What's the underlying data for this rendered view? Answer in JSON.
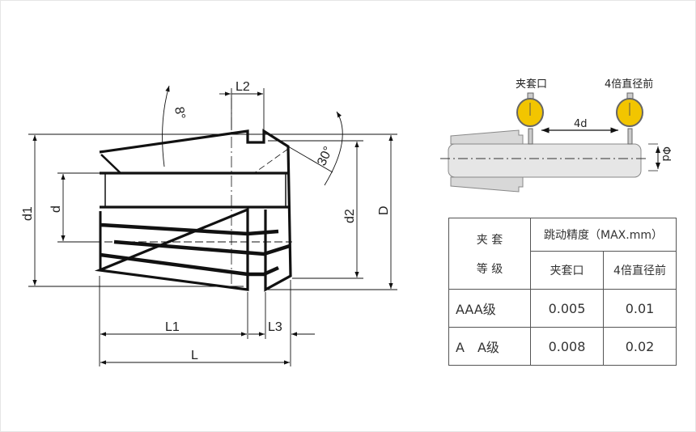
{
  "collet_drawing": {
    "angle_taper": "8°",
    "angle_front": "30°",
    "dims": {
      "d1": "d1",
      "d": "d",
      "d2": "d2",
      "D": "D",
      "L1": "L1",
      "L2": "L2",
      "L3": "L3",
      "L": "L"
    }
  },
  "runout_diagram": {
    "gauge1_label": "夹套口",
    "gauge2_label": "4倍直径前",
    "distance_label": "4d",
    "diameter_label": "Φd",
    "gauge_color": "#f2c500"
  },
  "table": {
    "header_grade": [
      "夹 套",
      "等 级"
    ],
    "header_runout": "跳动精度（MAX.mm）",
    "header_cols": [
      "夹套口",
      "4倍直径前"
    ],
    "rows": [
      {
        "grade": "AAA级",
        "mouth": "0.005",
        "front": "0.01"
      },
      {
        "grade": "A　A级",
        "mouth": "0.008",
        "front": "0.02"
      }
    ]
  }
}
